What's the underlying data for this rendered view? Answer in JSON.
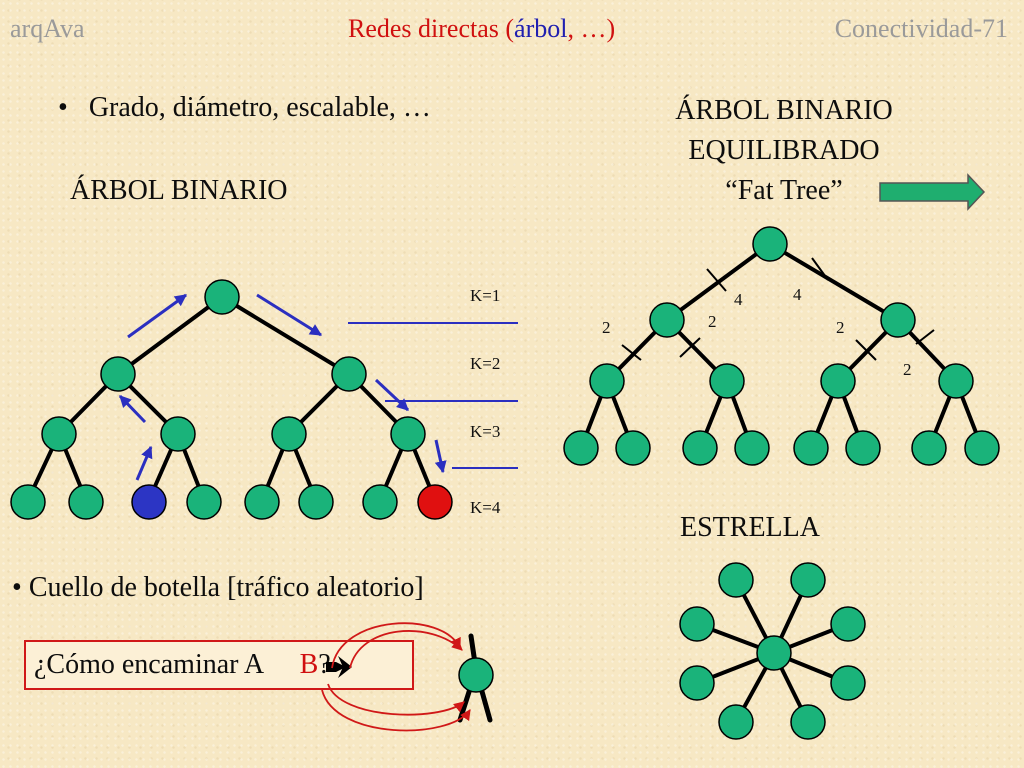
{
  "header": {
    "slide_label": "arqAva",
    "title_part1": "Redes directas (",
    "title_highlight": "árbol",
    "title_part2": ", …)",
    "counter": "Conectividad-71"
  },
  "bullets": {
    "first": "Grado, diámetro, escalable, …",
    "second": "Cuello de botella [tráfico aleatorio]"
  },
  "labels": {
    "binary_tree": "ÁRBOL BINARIO",
    "fat_tree_line1": "ÁRBOL BINARIO",
    "fat_tree_line2": "EQUILIBRADO",
    "fat_tree_line3": "“Fat Tree”",
    "star": "ESTRELLA"
  },
  "levels": [
    "K=1",
    "K=2",
    "K=3",
    "K=4"
  ],
  "fat_tree_link_labels": [
    "4",
    "4",
    "2",
    "2",
    "2",
    "2"
  ],
  "routing_question": {
    "prefix": "¿Cómo encaminar A ",
    "target": "B",
    "suffix": "?"
  },
  "colors": {
    "node": "#1ab37a",
    "source_node": "#2c35c4",
    "destination_node": "#e01010",
    "route_arrow": "#2b2fc0",
    "bottleneck_arrow": "#d01818",
    "nav_arrow": "#1fae6f"
  },
  "icons": {
    "nav_arrow": "right-arrow-icon",
    "route_arrow": "right-double-arrow-icon"
  }
}
